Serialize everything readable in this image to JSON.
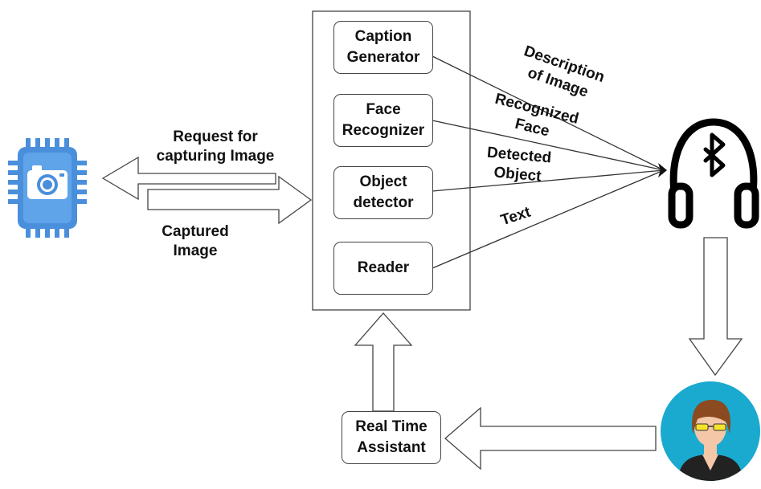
{
  "modules": [
    {
      "label": "Caption\nGenerator"
    },
    {
      "label": "Face\nRecognizer"
    },
    {
      "label": "Object\ndetector"
    },
    {
      "label": "Reader"
    }
  ],
  "outputs": {
    "description": "Description\nof Image",
    "face": "Recognized\nFace",
    "object": "Detected\nObject",
    "text": "Text"
  },
  "camera_link": {
    "request": "Request for\ncapturing Image",
    "captured": "Captured\nImage"
  },
  "assistant": {
    "label": "Real Time\nAssistant"
  },
  "icons": {
    "camera": "camera-chip-icon",
    "headphones": "bluetooth-headphones-icon",
    "user": "user-avatar-icon"
  },
  "colors": {
    "chip": "#4a8fdc",
    "avatar_bg": "#1aa9cf",
    "outline": "#444444"
  }
}
